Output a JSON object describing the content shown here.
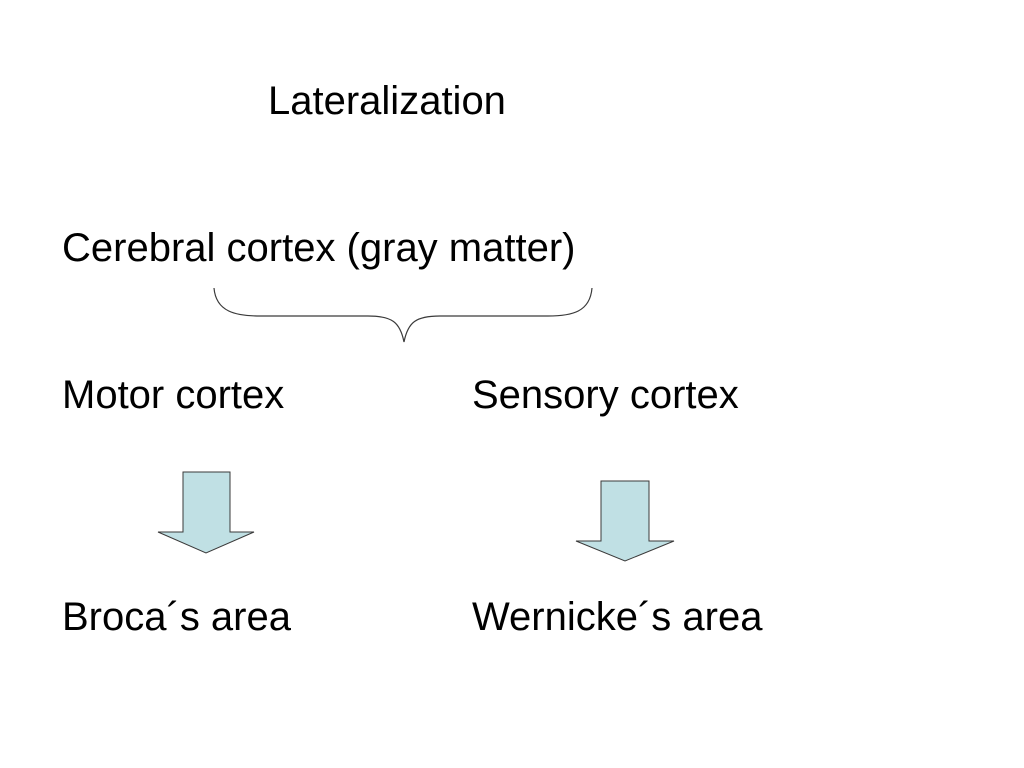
{
  "slide": {
    "title": "Lateralization",
    "root": "Cerebral cortex (gray matter)",
    "branches": [
      {
        "label": "Motor cortex",
        "result": "Broca´s area"
      },
      {
        "label": "Sensory cortex",
        "result": "Wernicke´s area"
      }
    ]
  },
  "colors": {
    "text": "#000000",
    "arrow_fill": "#c0e0e4",
    "arrow_stroke": "#3a3a3a",
    "brace_stroke": "#3a3a3a"
  },
  "icons": [
    "curly-brace-icon",
    "down-arrow-icon"
  ]
}
